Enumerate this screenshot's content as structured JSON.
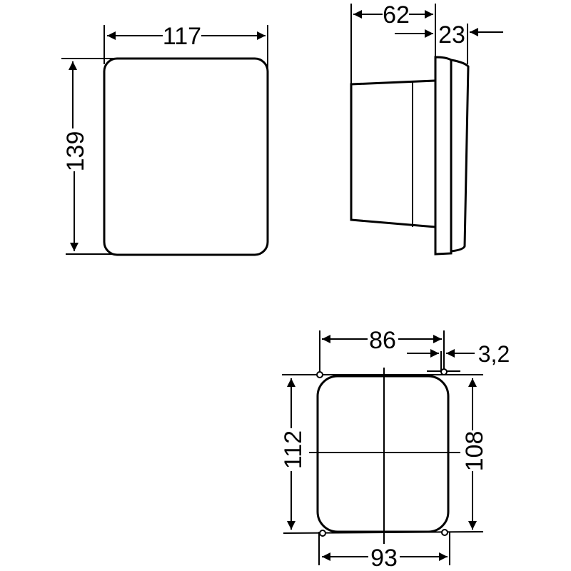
{
  "diagram": {
    "type": "technical dimension drawing",
    "units": "mm",
    "views": [
      {
        "name": "front-view",
        "dimensions": {
          "width": "117",
          "height": "139"
        }
      },
      {
        "name": "side-view",
        "dimensions": {
          "depth": "62",
          "flange": "23"
        }
      },
      {
        "name": "mounting-cutout",
        "dimensions": {
          "hole_spacing_width": "86",
          "hole_diameter": "3,2",
          "cutout_height": "112",
          "hole_spacing_height": "108",
          "cutout_width": "93"
        }
      }
    ]
  },
  "labels": {
    "w117": "117",
    "h139": "139",
    "d62": "62",
    "d23": "23",
    "w86": "86",
    "hole32": "3,2",
    "h112": "112",
    "h108": "108",
    "w93": "93"
  }
}
